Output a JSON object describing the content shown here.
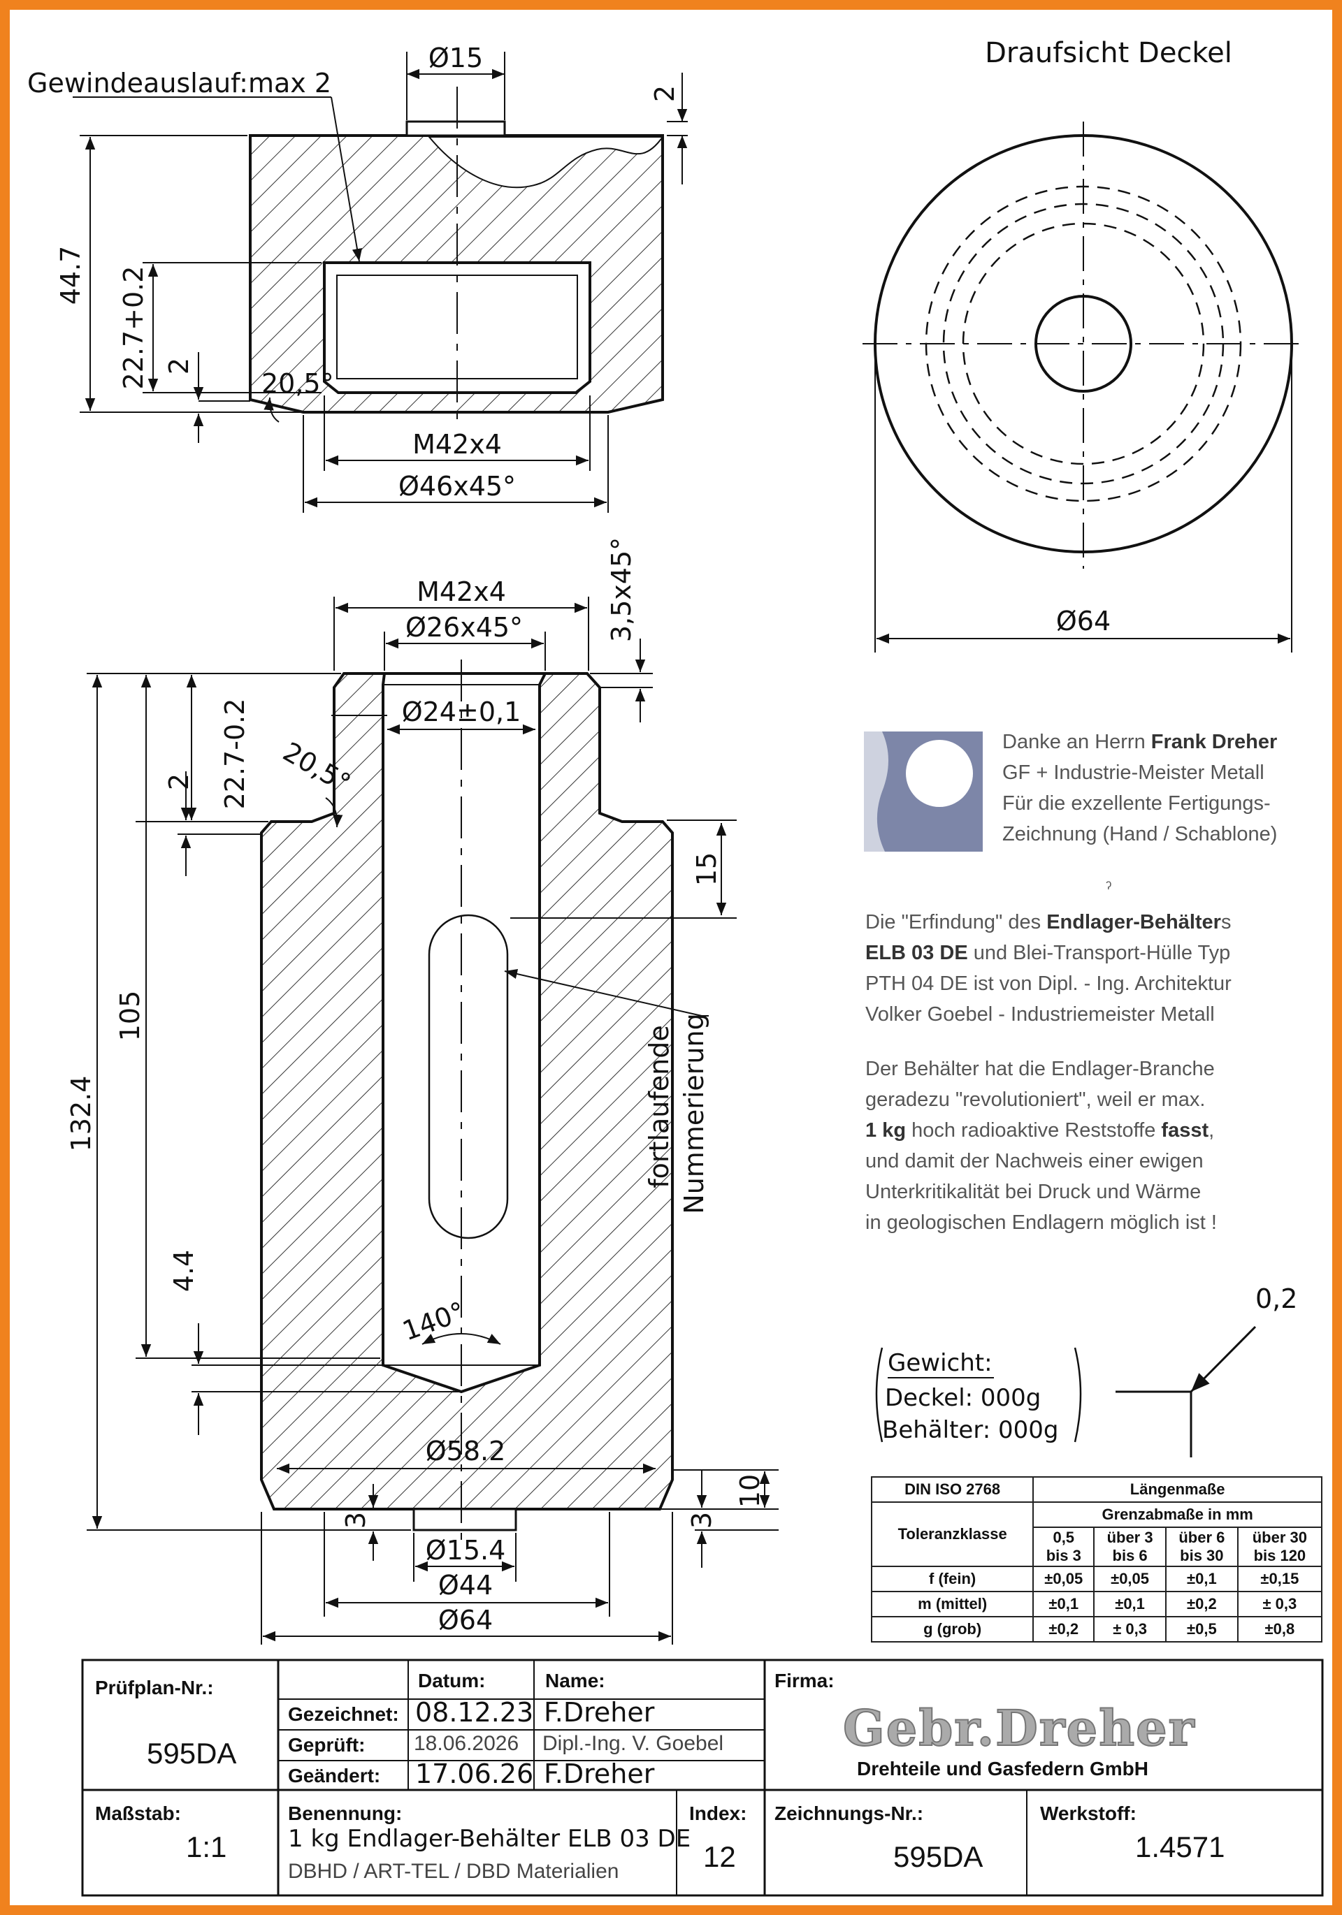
{
  "drawing": {
    "top_view_title": "Draufsicht Deckel",
    "lid_dims": {
      "thread_runout": "Gewindeauslauf:max 2",
      "d15": "Ø15",
      "top_2": "2",
      "h447": "44.7",
      "h227": "22.7+0.2",
      "h2": "2",
      "angle": "20,5°",
      "thread": "M42x4",
      "chamfer": "Ø46x45°"
    },
    "top_view_dims": {
      "d64": "Ø64"
    },
    "body_dims": {
      "thread": "M42x4",
      "chamfer26": "Ø26x45°",
      "chamfer35": "3,5x45°",
      "bore": "Ø24±0,1",
      "h227": "22.7-0.2",
      "angle": "20,5°",
      "h2": "2",
      "h15": "15",
      "h105": "105",
      "h1324": "132.4",
      "h44": "4.4",
      "angle140": "140°",
      "d582": "Ø58.2",
      "h3a": "3",
      "h3b": "3",
      "h10": "10",
      "d154": "Ø15.4",
      "d44": "Ø44",
      "d64": "Ø64",
      "note_line1": "fortlaufende",
      "note_line2": "Nummerierung"
    },
    "weight": {
      "title": "Gewicht:",
      "lid": "Deckel: 000g",
      "body": "Behälter: 000g"
    },
    "surface_roughness": "0,2"
  },
  "credits": {
    "line1_pre": "Danke an Herrn ",
    "line1_bold": "Frank Dreher",
    "line2": "GF + Industrie-Meister Metall",
    "line3": "Für die exzellente Fertigungs-",
    "line4": "Zeichnung (Hand / Schablone)",
    "stray_mark": "ˀ"
  },
  "invention": {
    "l1_pre": "Die \"Erfindung\" des ",
    "l1_bold": "Endlager-Behälter",
    "l1_post": "s",
    "l2_bold": "ELB 03 DE",
    "l2_post": " und Blei-Transport-Hülle Typ",
    "l3": "PTH 04 DE ist von Dipl. - Ing. Architektur",
    "l4": "Volker Goebel -  Industriemeister Metall"
  },
  "revolution": {
    "l1": "Der Behälter hat die Endlager-Branche",
    "l2": "geradezu \"revolutioniert\", weil er max.",
    "l3_bold": "1 kg",
    "l3_mid": " hoch radioaktive Reststoffe ",
    "l3_bold2": "fasst",
    "l3_post": ",",
    "l4": "und damit der Nachweis einer ewigen",
    "l5": "Unterkritikalität bei Druck und Wärme",
    "l6": "in geologischen Endlagern möglich ist !"
  },
  "tolerance_table": {
    "standard": "DIN ISO 2768",
    "header": "Längenmaße",
    "subheader": "Grenzabmaße in mm",
    "class_label": "Toleranzklasse",
    "ranges": [
      {
        "a": "0,5",
        "b": "bis 3"
      },
      {
        "a": "über 3",
        "b": "bis 6"
      },
      {
        "a": "über 6",
        "b": "bis 30"
      },
      {
        "a": "über 30",
        "b": "bis 120"
      }
    ],
    "rows": [
      {
        "name": "f (fein)",
        "values": [
          "±0,05",
          "±0,05",
          "±0,1",
          "±0,15"
        ]
      },
      {
        "name": "m (mittel)",
        "values": [
          "±0,1",
          "±0,1",
          "±0,2",
          "± 0,3"
        ]
      },
      {
        "name": "g (grob)",
        "values": [
          "±0,2",
          "± 0,3",
          "±0,5",
          "±0,8"
        ]
      }
    ]
  },
  "title_block": {
    "pruefplan_label": "Prüfplan-Nr.:",
    "pruefplan_value": "595DA",
    "datum_label": "Datum:",
    "name_label": "Name:",
    "gezeichnet_label": "Gezeichnet:",
    "gezeichnet_date": "08.12.23",
    "gezeichnet_name": "F.Dreher",
    "geprueft_label": "Geprüft:",
    "geprueft_date": "18.06.2026",
    "geprueft_name": "Dipl.-Ing. V. Goebel",
    "geaendert_label": "Geändert:",
    "geaendert_date": "17.06.26",
    "geaendert_name": "F.Dreher",
    "firma_label": "Firma:",
    "firma_logo": "Gebr.Dreher",
    "firma_sub": "Drehteile und Gasfedern GmbH",
    "massstab_label": "Maßstab:",
    "massstab_value": "1:1",
    "benennung_label": "Benennung:",
    "benennung_value": "1 kg Endlager-Behälter ELB 03 DE",
    "benennung_sub": "DBHD / ART-TEL / DBD   Materialien",
    "index_label": "Index:",
    "index_value": "12",
    "zeichnung_label": "Zeichnungs-Nr.:",
    "zeichnung_value": "595DA",
    "werkstoff_label": "Werkstoff:",
    "werkstoff_value": "1.4571"
  },
  "colors": {
    "frame": "#f0821e",
    "logo": "#9a9a9a",
    "note_text": "#555555"
  }
}
